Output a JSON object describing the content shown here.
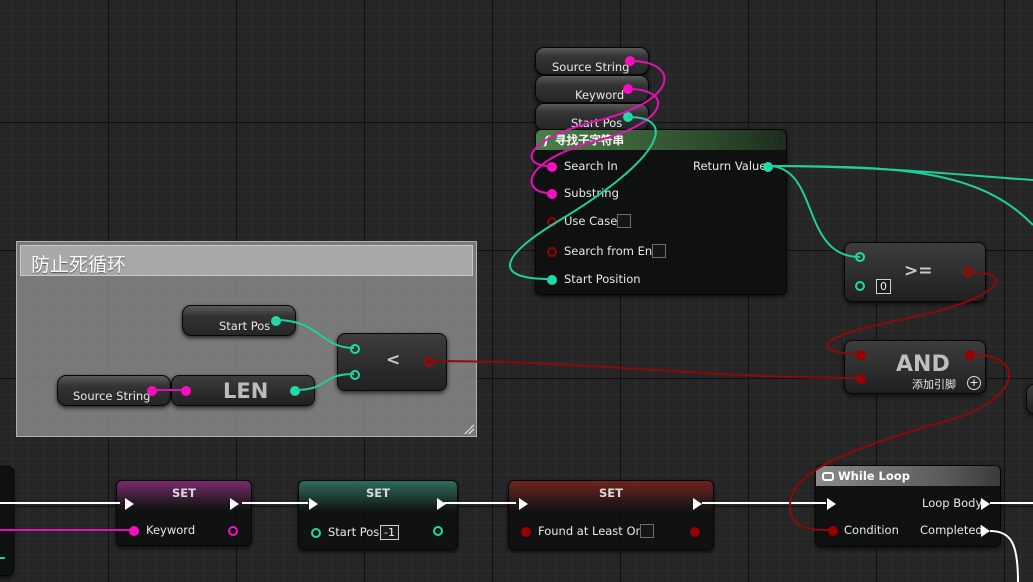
{
  "comment": {
    "title": "防止死循环"
  },
  "var_source_string_top": {
    "label": "Source String"
  },
  "var_keyword_top": {
    "label": "Keyword"
  },
  "var_start_pos_top": {
    "label": "Start Pos"
  },
  "find_substring": {
    "title": "寻找子字符串",
    "pins": {
      "search_in": "Search In",
      "substring": "Substring",
      "use_case": "Use Case",
      "search_from_end": "Search from End",
      "start_position": "Start Position",
      "return_value": "Return Value"
    }
  },
  "greater_equal": {
    "op": ">=",
    "value": "0"
  },
  "and_node": {
    "title": "AND",
    "add_pin": "添加引脚"
  },
  "var_start_pos_comment": {
    "label": "Start Pos"
  },
  "var_source_string_comment": {
    "label": "Source String"
  },
  "len_node": {
    "title": "LEN"
  },
  "less_node": {
    "op": "<"
  },
  "set_keyword": {
    "title": "SET",
    "pin": "Keyword"
  },
  "set_start_pos": {
    "title": "SET",
    "pin": "Start Pos",
    "value": "-1"
  },
  "set_found": {
    "title": "SET",
    "pin": "Found at Least One"
  },
  "while_loop": {
    "title": "While Loop",
    "pins": {
      "condition": "Condition",
      "loop_body": "Loop Body",
      "completed": "Completed"
    }
  },
  "colors": {
    "string_pin": "#f80fbf",
    "int_pin": "#1edba9",
    "bool_pin": "#980000",
    "exec": "#ffffff",
    "function_header": "#3d6a3c",
    "while_header": "#6f6f6f"
  }
}
